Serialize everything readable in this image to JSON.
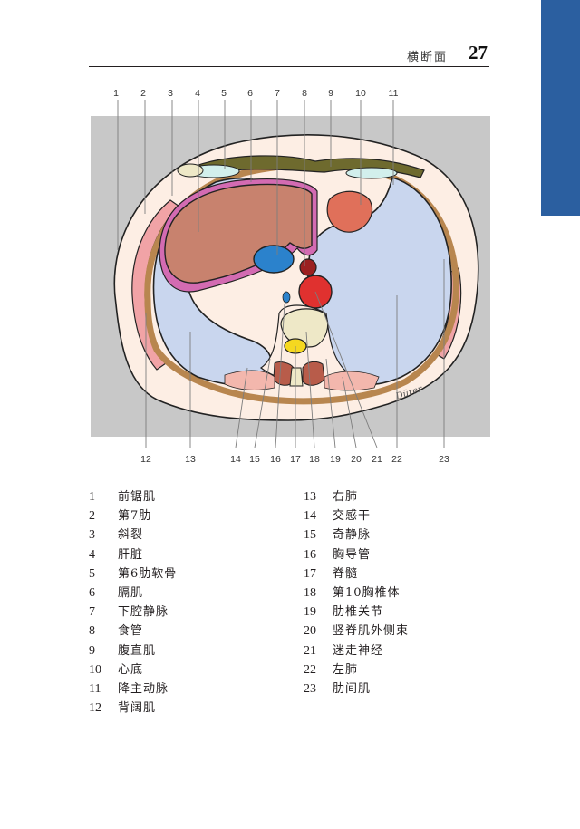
{
  "page": {
    "section_title": "横断面",
    "page_number": "27",
    "side_tab_color": "#2b5fa0"
  },
  "figure": {
    "top_labels": [
      "1",
      "2",
      "3",
      "4",
      "5",
      "6",
      "7",
      "8",
      "9",
      "10",
      "11"
    ],
    "bottom_labels": [
      "12",
      "13",
      "14",
      "15",
      "16",
      "17",
      "18",
      "19",
      "20",
      "21",
      "22",
      "23"
    ],
    "signature": "Dürer",
    "colors": {
      "background": "#c8c8c8",
      "skin_fat": "#fdeee4",
      "lung": "#c9d6ee",
      "liver": "#c8826e",
      "diaphragm": "#d36bb2",
      "ivc": "#2b82cc",
      "aorta": "#e0312f",
      "esophagus": "#9b2020",
      "heart": "#e0705a",
      "rectus": "#6e6a2e",
      "cartilage": "#d2efec",
      "muscle": "#f1a3a6",
      "back_muscle": "#b85c4a",
      "bone": "#eee8c7",
      "spinal_cord": "#f5d820",
      "rib": "#b8864f"
    }
  },
  "legend": {
    "left": [
      {
        "num": "1",
        "term": "前锯肌"
      },
      {
        "num": "2",
        "term": "第7肋"
      },
      {
        "num": "3",
        "term": "斜裂"
      },
      {
        "num": "4",
        "term": "肝脏"
      },
      {
        "num": "5",
        "term": "第6肋软骨"
      },
      {
        "num": "6",
        "term": "膈肌"
      },
      {
        "num": "7",
        "term": "下腔静脉"
      },
      {
        "num": "8",
        "term": "食管"
      },
      {
        "num": "9",
        "term": "腹直肌"
      },
      {
        "num": "10",
        "term": "心底"
      },
      {
        "num": "11",
        "term": "降主动脉"
      },
      {
        "num": "12",
        "term": "背阔肌"
      }
    ],
    "right": [
      {
        "num": "13",
        "term": "右肺"
      },
      {
        "num": "14",
        "term": "交感干"
      },
      {
        "num": "15",
        "term": "奇静脉"
      },
      {
        "num": "16",
        "term": "胸导管"
      },
      {
        "num": "17",
        "term": "脊髓"
      },
      {
        "num": "18",
        "term": "第10胸椎体"
      },
      {
        "num": "19",
        "term": "肋椎关节"
      },
      {
        "num": "20",
        "term": "竖脊肌外侧束"
      },
      {
        "num": "21",
        "term": "迷走神经"
      },
      {
        "num": "22",
        "term": "左肺"
      },
      {
        "num": "23",
        "term": "肋间肌"
      }
    ]
  }
}
